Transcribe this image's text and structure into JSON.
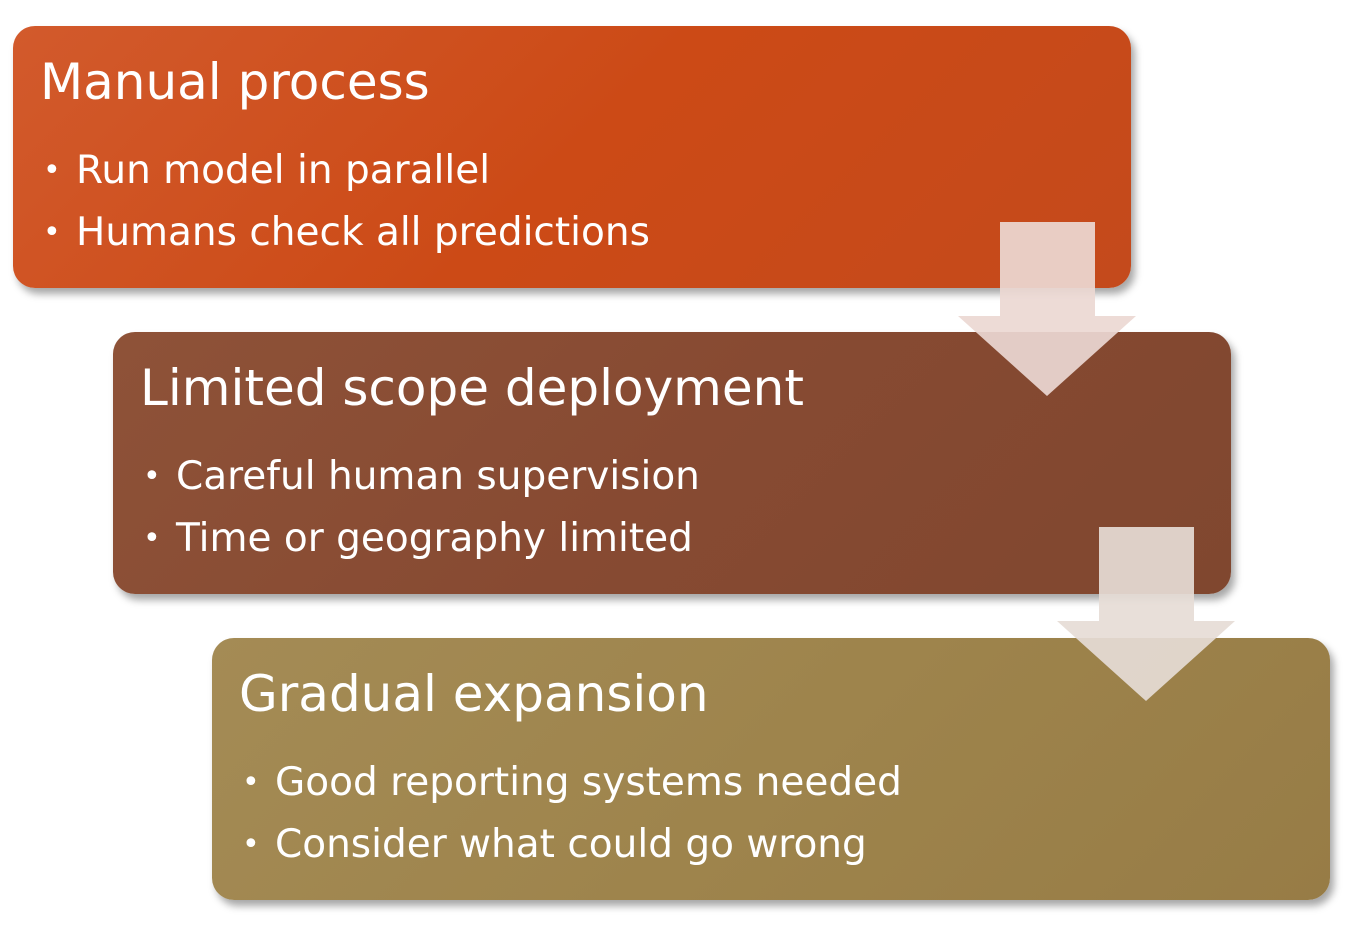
{
  "steps": [
    {
      "title": "Manual process",
      "bullets": [
        "Run model in parallel",
        "Humans check all predictions"
      ]
    },
    {
      "title": "Limited scope deployment",
      "bullets": [
        "Careful human supervision",
        "Time or geography limited"
      ]
    },
    {
      "title": "Gradual expansion",
      "bullets": [
        "Good reporting systems needed",
        "Consider what could go wrong"
      ]
    }
  ],
  "bullet_glyph": "•",
  "colors": {
    "step_1": "#cc4a16",
    "step_2": "#874a32",
    "step_3": "#9e844c",
    "arrow": "#ecd8d2"
  }
}
